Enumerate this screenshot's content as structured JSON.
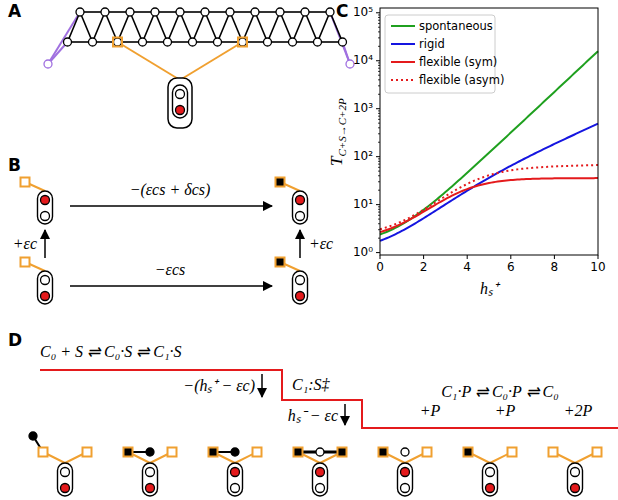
{
  "diagram": {
    "labels": [
      "A",
      "B",
      "C",
      "D",
      "+εc",
      "+εc",
      "−(εcs + δcs)",
      "−εcs",
      "10⁰",
      "10¹",
      "10²",
      "10³",
      "10⁴",
      "10⁵",
      "0",
      "2",
      "4",
      "6",
      "8",
      "10",
      "T",
      "C+S→C+2P",
      "hₛ⁺",
      "C₀ + S ⇌ C₀·S ⇌ C₁·S",
      "C₁:S‡",
      "−(hₛ⁺ − εc)",
      "hₛ⁻ − εc",
      "C₁·P ⇌ C₀·P ⇌ C₀",
      "+P",
      "+P",
      "+2P"
    ],
    "legend": [
      {
        "text": "spontaneous"
      },
      {
        "text": "rigid"
      },
      {
        "text": "flexible (sym)"
      },
      {
        "text": "flexible (asym)"
      }
    ]
  }
}
